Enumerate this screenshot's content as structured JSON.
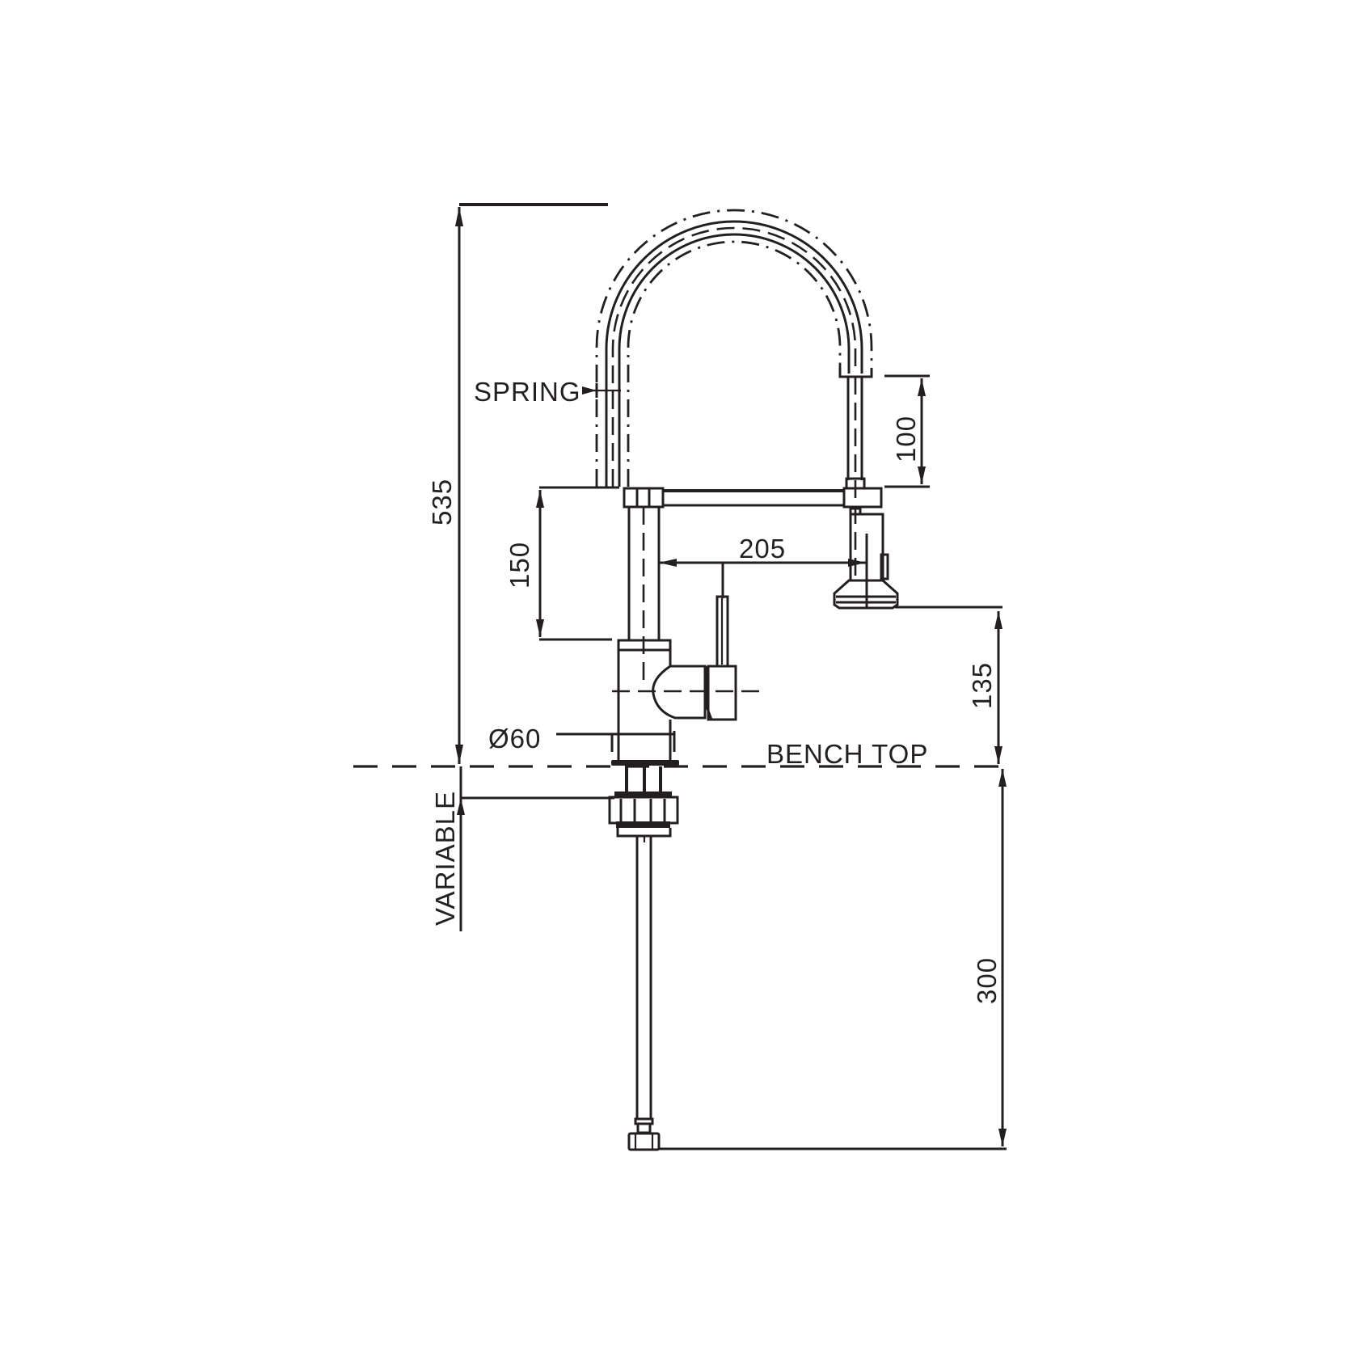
{
  "drawing": {
    "title": "Pull-down spring kitchen mixer – dimensional drawing",
    "units": "mm",
    "line_color": "#231f20",
    "background": "#ffffff"
  },
  "labels": {
    "spring": "SPRING",
    "bench_top": "BENCH TOP",
    "variable": "VARIABLE",
    "base_diameter": "Ø60"
  },
  "dimensions": {
    "overall_height": "535",
    "spout_reach": "205",
    "spout_height_from_lever": "150",
    "spray_head_travel": "100",
    "spout_clearance": "135",
    "hose_length_below_bench": "300"
  }
}
